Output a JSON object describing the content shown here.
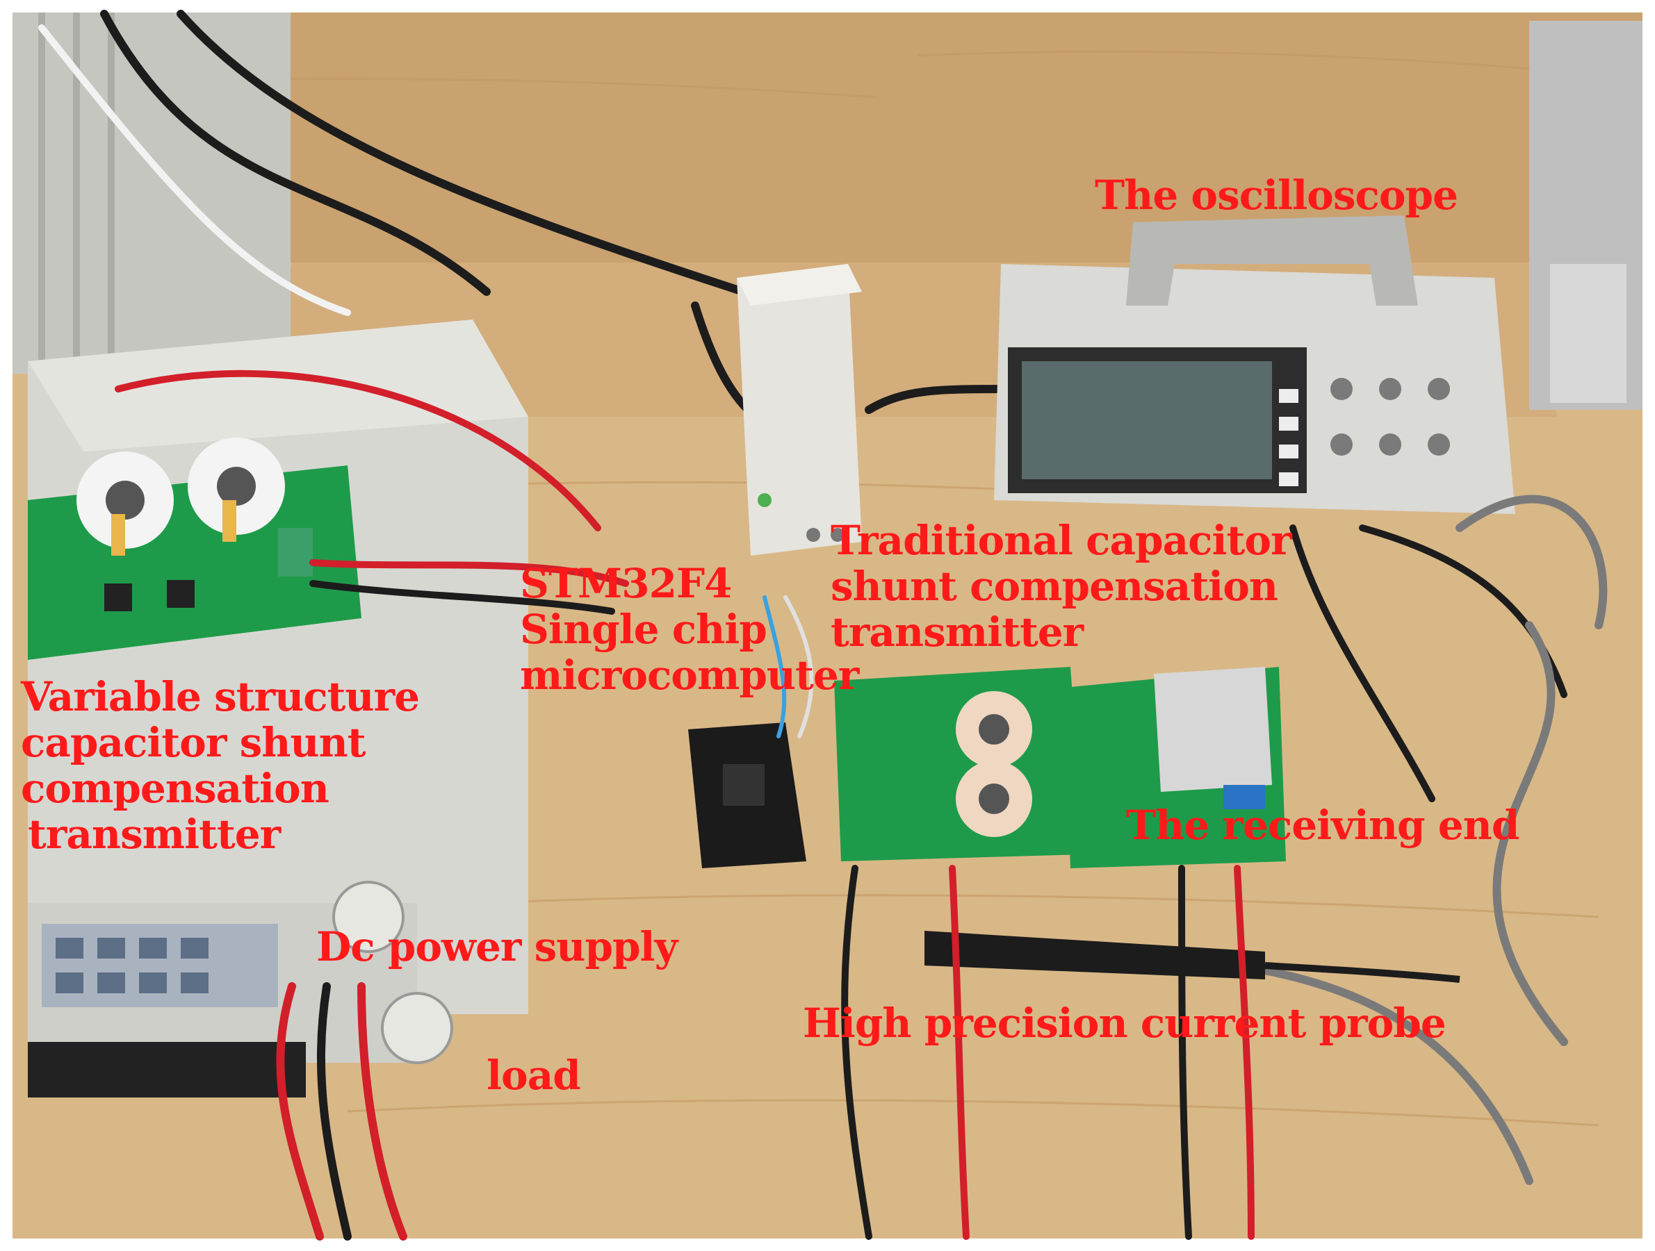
{
  "photo_description_colors": {
    "desk": "#d9b887",
    "cabinet": "#c9a16e",
    "pcb": "#1e9b4a",
    "instrument": "#d7d7d2",
    "label": "#ff1a1a"
  },
  "labels": {
    "oscilloscope": "The oscilloscope",
    "traditional": [
      "Traditional capacitor",
      "shunt compensation",
      "transmitter"
    ],
    "stm32": [
      "STM32F4",
      "Single chip",
      "microcomputer"
    ],
    "variable": [
      "Variable structure",
      "capacitor shunt",
      "compensation",
      "transmitter"
    ],
    "receiving": "The receiving end",
    "dc_supply": "Dc power supply",
    "current_probe": "High precision current probe",
    "load": "load"
  }
}
